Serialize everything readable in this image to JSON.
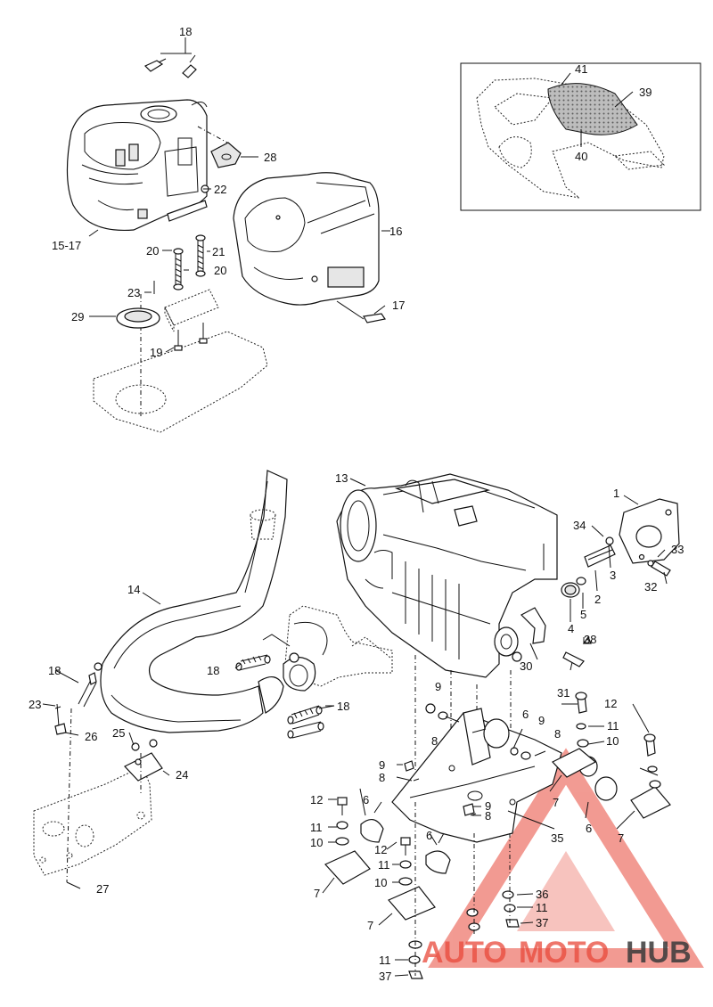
{
  "callouts": {
    "c18_top": "18",
    "c28": "28",
    "c22": "22",
    "c1517": "15-17",
    "c20a": "20",
    "c21": "21",
    "c20b": "20",
    "c23_top": "23",
    "c29": "29",
    "c19": "19",
    "c16": "16",
    "c17": "17",
    "c41": "41",
    "c39": "39",
    "c40": "40",
    "c13": "13",
    "c1": "1",
    "c34": "34",
    "c33": "33",
    "c3": "3",
    "c32": "32",
    "c2": "2",
    "c4": "4",
    "c5": "5",
    "c14": "14",
    "c38": "38",
    "c30": "30",
    "c31": "31",
    "c18_mid": "18",
    "c18_right": "18",
    "c18_left": "18",
    "c23_left": "23",
    "c26": "26",
    "c25": "25",
    "c24": "24",
    "c27": "27",
    "c9a": "9",
    "c8a": "8",
    "c6a": "6",
    "c9b": "9",
    "c8b": "8",
    "c12r": "12",
    "c11r": "11",
    "c10r": "10",
    "c9c": "9",
    "c8c": "8",
    "c9d": "9",
    "c8d": "8",
    "c7a": "7",
    "c6b": "6",
    "c7b": "7",
    "c35": "35",
    "c12a": "12",
    "c11a": "11",
    "c10a": "10",
    "c6c": "6",
    "c6d": "6",
    "c12b": "12",
    "c11b": "11",
    "c10b": "10",
    "c7c": "7",
    "c7d": "7",
    "c36": "36",
    "c11c": "11",
    "c37a": "37",
    "c11d": "11",
    "c37b": "37"
  },
  "watermark": {
    "part1": "AUTO",
    "part2": "MOTO",
    "part3": "HUB",
    "color_red": "#e8483a",
    "color_dark": "#3a3a3a"
  }
}
